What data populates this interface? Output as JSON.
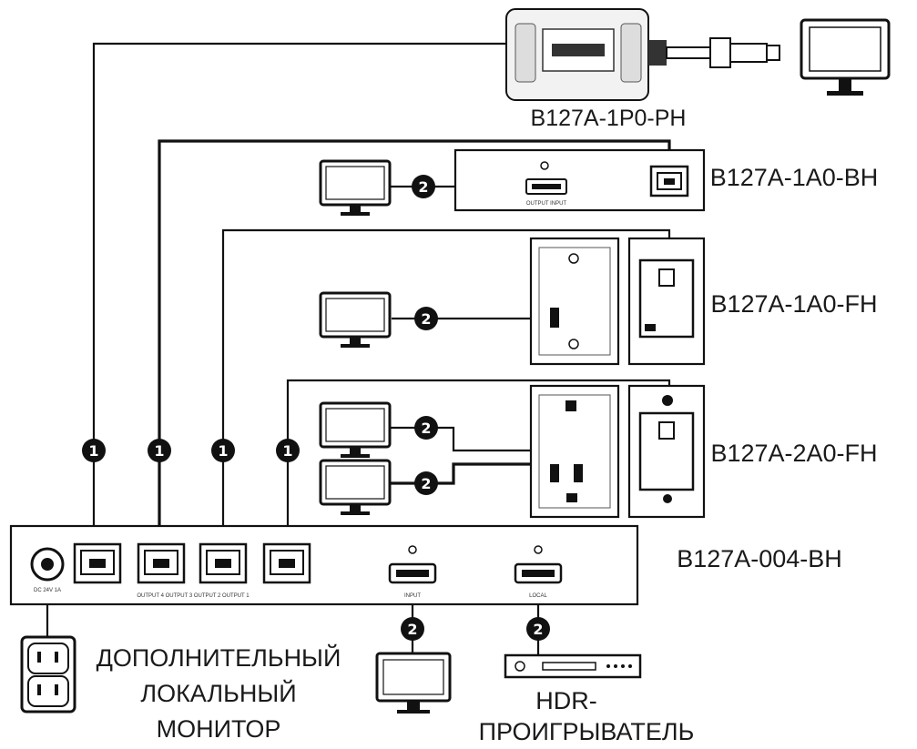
{
  "labels": {
    "p1": "B127A-1P0-PH",
    "a1": "B127A-1A0-BH",
    "f1": "B127A-1A0-FH",
    "f2": "B127A-2A0-FH",
    "main": "B127A-004-BH",
    "local_monitor": [
      "ДОПОЛНИТЕЛЬНЫЙ",
      "ЛОКАЛЬНЫЙ",
      "МОНИТОР"
    ],
    "player": [
      "HDR-",
      "ПРОИГРЫВАТЕЛЬ"
    ]
  },
  "port_labels": {
    "outputs": "OUTPUT 4  OUTPUT 3  OUTPUT 2  OUTPUT 1",
    "power": "DC 24V  1A",
    "input": "INPUT",
    "local": "LOCAL",
    "output_input": "OUTPUT INPUT"
  },
  "badges": {
    "one": "1",
    "two": "2"
  }
}
